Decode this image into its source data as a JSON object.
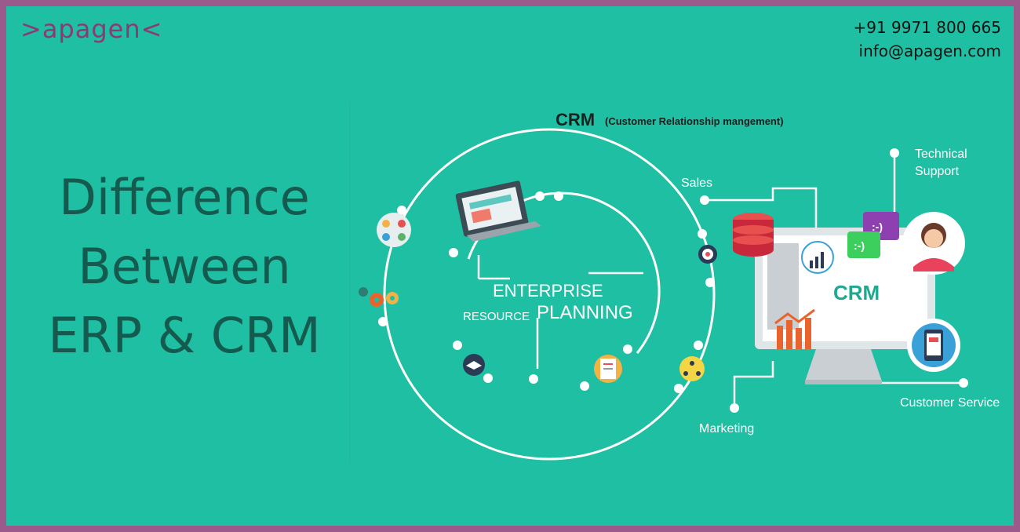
{
  "brand": {
    "logo": ">apagen<"
  },
  "contact": {
    "phone": "+91 9971 800 665",
    "email": "info@apagen.com"
  },
  "headline": {
    "line1": "Difference",
    "line2": "Between",
    "line3": "ERP & CRM"
  },
  "diagram": {
    "crm_title": "CRM",
    "crm_subtitle": "(Customer Relationship mangement)",
    "erp_enterprise": "ENTERPRISE",
    "erp_resource": "RESOURCE",
    "erp_planning": "PLANNING",
    "monitor_label": "CRM",
    "branches": {
      "sales": "Sales",
      "technical_1": "Technical",
      "technical_2": "Support",
      "marketing": "Marketing",
      "customer_service": "Customer Service"
    },
    "chat_bubble_1": ":-)",
    "chat_bubble_2": ":-)"
  },
  "colors": {
    "background": "#1fbfa3",
    "border": "#9c5a8c",
    "headline": "#145a4e",
    "logo": "#8b3a73",
    "line": "#ffffff"
  }
}
